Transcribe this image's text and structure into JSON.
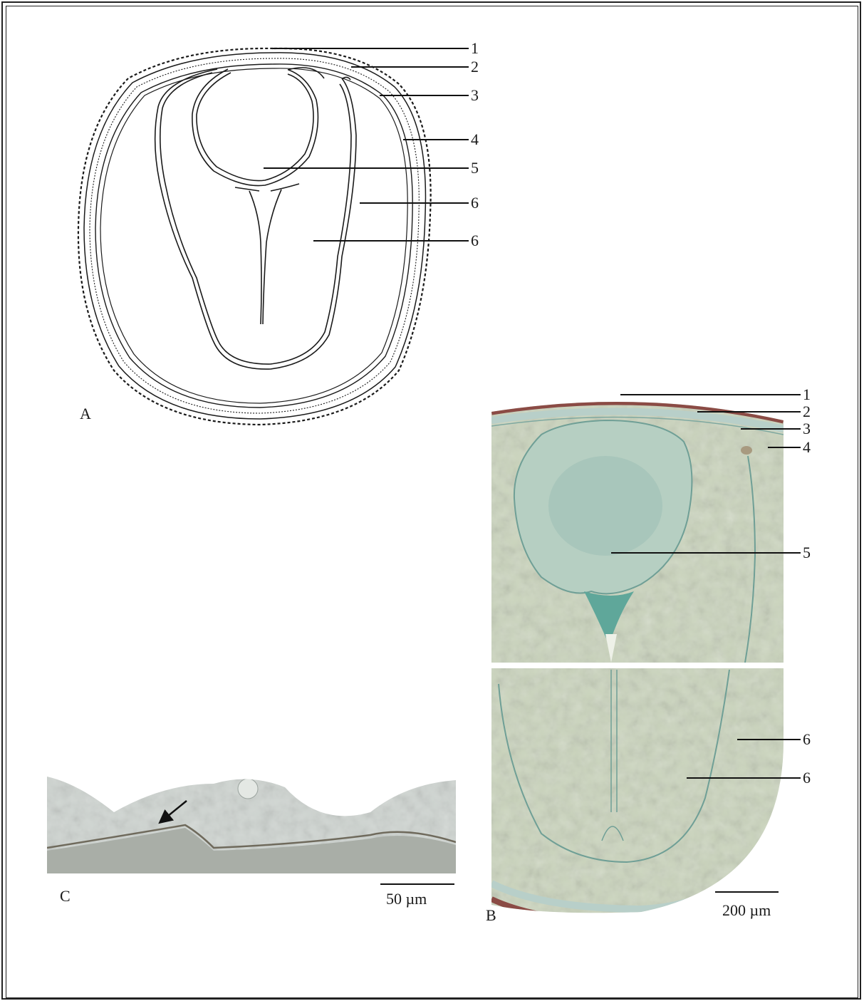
{
  "panels": {
    "a": {
      "label": "A"
    },
    "b": {
      "label": "B"
    },
    "c": {
      "label": "C"
    }
  },
  "drawing_labels": [
    "1",
    "2",
    "3",
    "4",
    "5",
    "6",
    "6"
  ],
  "photo_labels": [
    "1",
    "2",
    "3",
    "4",
    "5",
    "6",
    "6"
  ],
  "scale_bars": {
    "c": "50 µm",
    "b": "200 µm"
  },
  "colors": {
    "line": "#1a1a1a",
    "tissue": "#c9d3b9",
    "tissue_dark": "#9fbcae",
    "seed_coat": "#8b4b45",
    "micrograph_c": "#cfd5d1"
  }
}
